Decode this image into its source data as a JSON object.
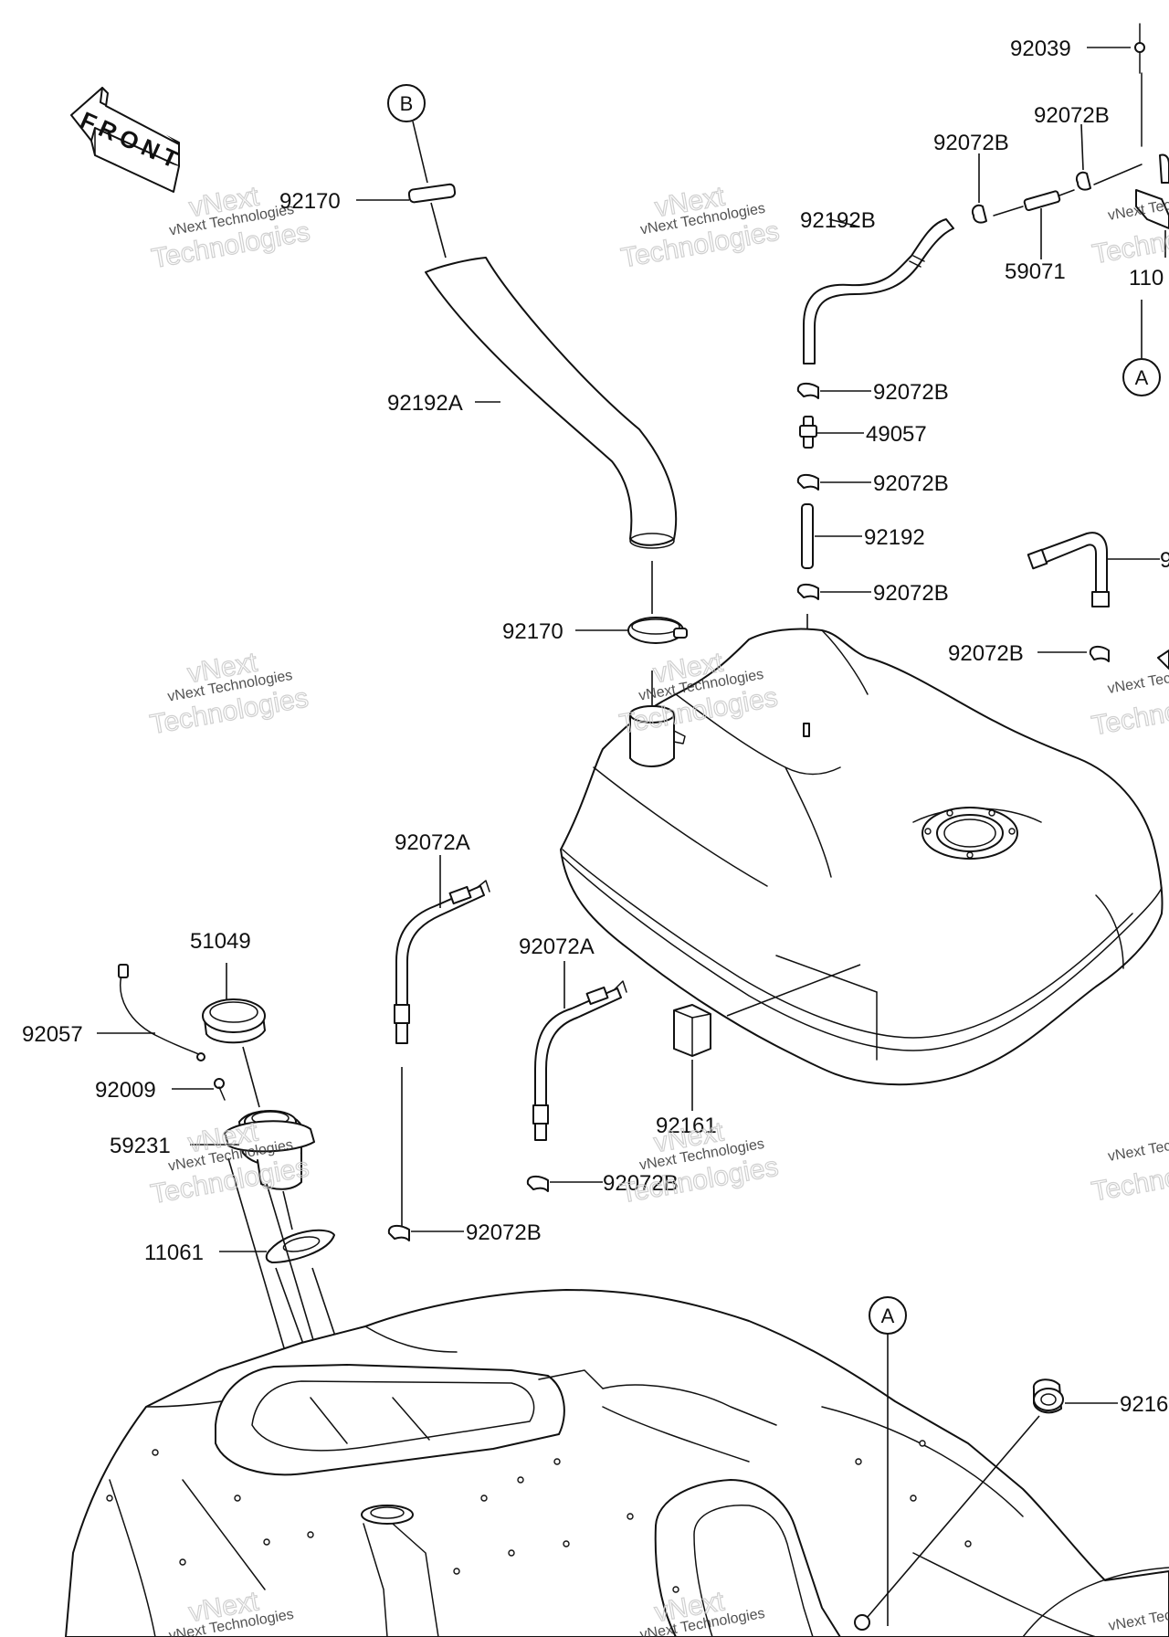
{
  "front_label": "FRONT",
  "callouts": {
    "b_top": "B",
    "a_right": "A",
    "a_bottom": "A"
  },
  "parts": {
    "p92039": "92039",
    "p92072b_top_right": "92072B",
    "p92072b_top_mid": "92072B",
    "p92192b": "92192B",
    "p59071": "59071",
    "p110_right": "110",
    "p92170_top": "92170",
    "p92192a": "92192A",
    "p92072b_1": "92072B",
    "p49057": "49057",
    "p92072b_2": "92072B",
    "p92192": "92192",
    "p92072b_3": "92072B",
    "p9_right": "9",
    "p92072b_right": "92072B",
    "p92170_mid": "92170",
    "p92072a_left": "92072A",
    "p92072a_mid": "92072A",
    "p51049": "51049",
    "p92057": "92057",
    "p92009": "92009",
    "p59231": "59231",
    "p92161": "92161",
    "p92072b_bottom_mid": "92072B",
    "p92072b_bottom_left": "92072B",
    "p11061": "11061",
    "p9216_right": "9216"
  },
  "watermark": {
    "line1": "vNext Technologies",
    "line2": "vNext",
    "line3": "Technologies"
  }
}
